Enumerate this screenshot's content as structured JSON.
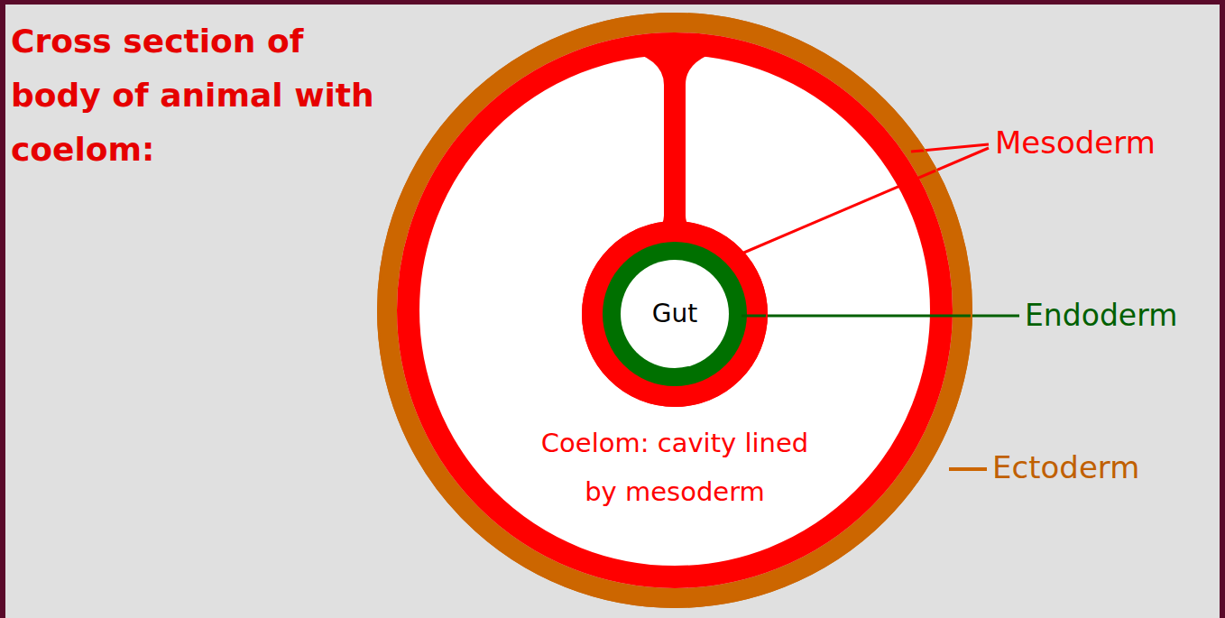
{
  "diagram": {
    "title": "Cross section of body of animal with coelom:",
    "nodes": [
      {
        "text": [
          "Coelom: cavity lined by mesoderm"
        ]
      },
      {
        "text": [
          "Gut"
        ],
        "in": 0
      }
    ],
    "labels": [
      "Mesoderm",
      "Endoderm",
      "Ectoderm"
    ]
  }
}
